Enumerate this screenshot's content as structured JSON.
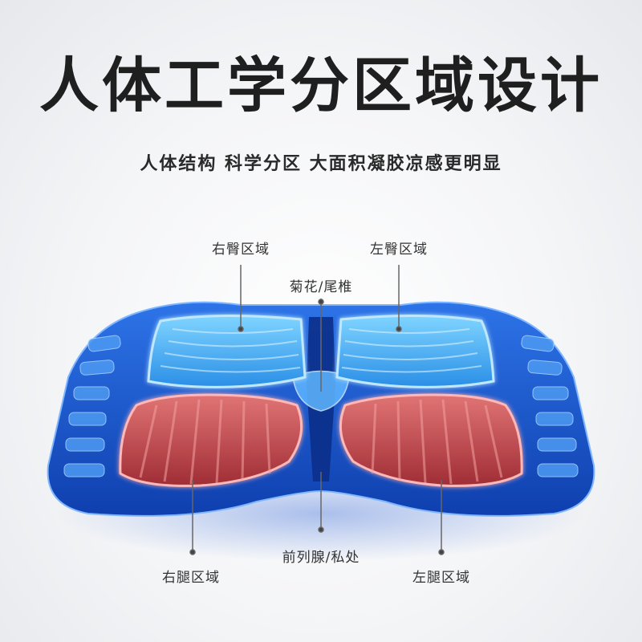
{
  "title": "人体工学分区域设计",
  "subtitle": "人体结构 科学分区 大面积凝胶凉感更明显",
  "labels": {
    "right_hip": "右臀区域",
    "left_hip": "左臀区域",
    "tailbone": "菊花/尾椎",
    "prostate": "前列腺/私处",
    "right_leg": "右腿区域",
    "left_leg": "左腿区域"
  },
  "colors": {
    "cushion_blue": "#1c5fd6",
    "gel_light_blue": "#45b4f5",
    "heat_red": "#c8464a",
    "text_dark": "#1f1f1f"
  }
}
